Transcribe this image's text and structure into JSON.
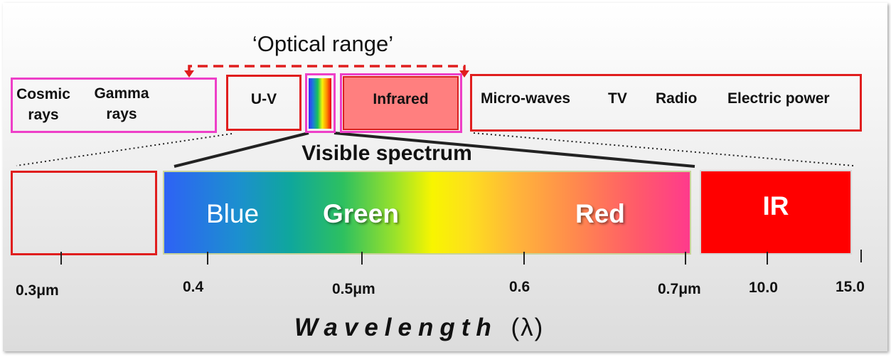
{
  "optical_range_label": "‘Optical range’",
  "upper_band": {
    "cosmic_rays": [
      "Cosmic",
      "rays"
    ],
    "gamma_rays": [
      "Gamma",
      "rays"
    ],
    "uv": "U-V",
    "infrared": "Infrared",
    "micro_waves": "Micro-waves",
    "tv": "TV",
    "radio": "Radio",
    "electric_power": "Electric power"
  },
  "visible_spectrum_label": "Visible spectrum",
  "lower_band": {
    "blue": "Blue",
    "green": "Green",
    "red": "Red",
    "ir": "IR"
  },
  "ticks": [
    "0.3μm",
    "0.4",
    "0.5μm",
    "0.6",
    "0.7μm",
    "10.0",
    "15.0"
  ],
  "axis_label": "Wavelength",
  "axis_symbol": "(λ)",
  "colors": {
    "pink_border": "#ee3fc8",
    "red_border": "#e01e1e",
    "infrared_fill": "#ff7f7f",
    "ir_fill": "#ff0000",
    "arrow": "#e01e1e"
  },
  "icons": {
    "arrow_left": "red-dashed-arrowhead-left",
    "arrow_right": "red-dashed-arrowhead-right"
  }
}
